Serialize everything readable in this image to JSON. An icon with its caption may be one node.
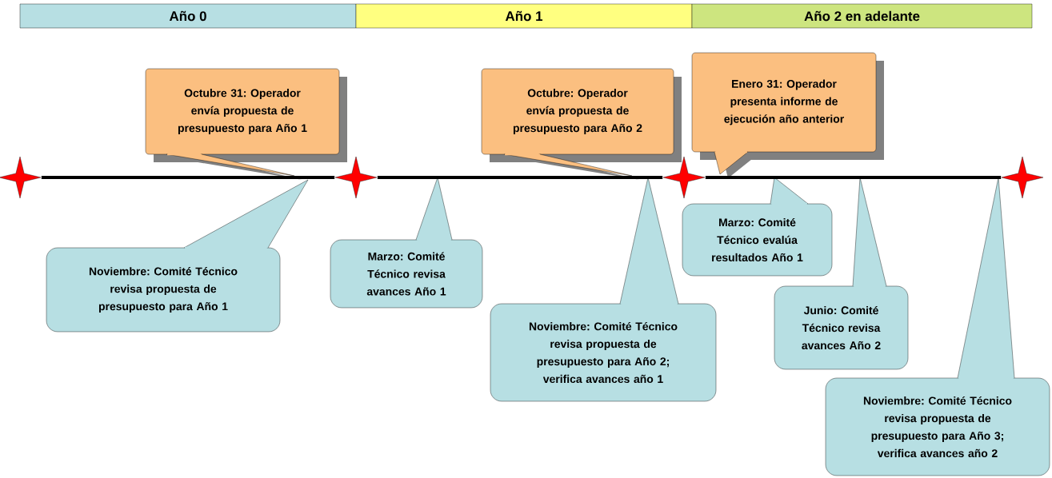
{
  "diagram": {
    "nodes": [
      {
        "text": [
          "Año 0"
        ]
      },
      {
        "text": [
          "Año 1"
        ]
      },
      {
        "text": [
          "Año 2 en adelante"
        ]
      },
      {
        "text": [
          "Octubre 31: Operador envía propuesta de presupuesto para Año 1"
        ]
      },
      {
        "text": [
          "Octubre: Operador envía propuesta de presupuesto para Año 2"
        ]
      },
      {
        "text": [
          "Enero 31: Operador presenta informe de ejecución año anterior"
        ]
      },
      {
        "text": [
          "Noviembre: Comité Técnico revisa propuesta de presupuesto para Año 1"
        ]
      },
      {
        "text": [
          "Marzo: Comité Técnico revisa avances Año 1"
        ]
      },
      {
        "text": [
          "Noviembre: Comité Técnico revisa propuesta de presupuesto para Año 2; verifica avances año 1"
        ]
      },
      {
        "text": [
          "Marzo: Comité Técnico evalúa resultados Año 1"
        ]
      },
      {
        "text": [
          "Junio: Comité Técnico revisa avances Año 2"
        ]
      },
      {
        "text": [
          "Noviembre: Comité Técnico revisa propuesta de presupuesto para Año 3; verifica avances año 2"
        ]
      },
      {
        "text": [],
        "shape": "star"
      },
      {
        "text": [],
        "shape": "star"
      },
      {
        "text": [],
        "shape": "star"
      },
      {
        "text": [],
        "shape": "star"
      }
    ],
    "edges": [
      {
        "from": 12,
        "to": 13,
        "arrow": "none"
      },
      {
        "from": 13,
        "to": 14,
        "arrow": "none"
      },
      {
        "from": 14,
        "to": 15,
        "arrow": "none"
      }
    ]
  }
}
